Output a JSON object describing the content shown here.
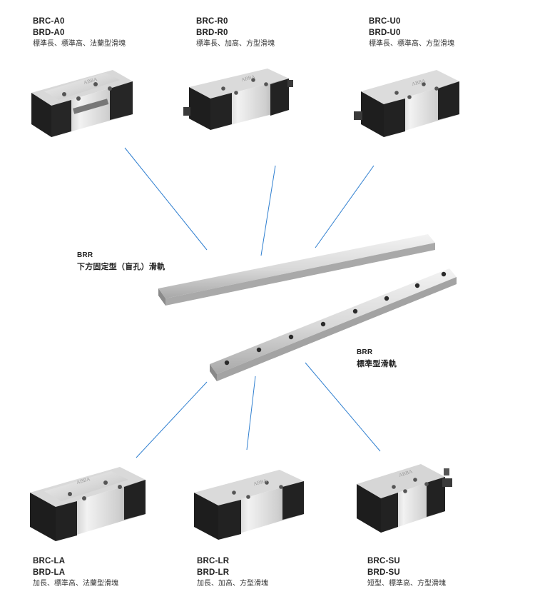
{
  "blocks_top": [
    {
      "code1": "BRC-A0",
      "code2": "BRD-A0",
      "desc": "標準長、標準高、法蘭型滑塊",
      "logo": "ABBA"
    },
    {
      "code1": "BRC-R0",
      "code2": "BRD-R0",
      "desc": "標準長、加高、方型滑塊",
      "logo": "ABBA"
    },
    {
      "code1": "BRC-U0",
      "code2": "BRD-U0",
      "desc": "標準長、標準高、方型滑塊",
      "logo": "ABBA"
    }
  ],
  "blocks_bottom": [
    {
      "code1": "BRC-LA",
      "code2": "BRD-LA",
      "desc": "加長、標準高、法蘭型滑塊",
      "logo": "ABBA"
    },
    {
      "code1": "BRC-LR",
      "code2": "BRD-LR",
      "desc": "加長、加高、方型滑塊",
      "logo": "ABBA"
    },
    {
      "code1": "BRC-SU",
      "code2": "BRD-SU",
      "desc": "短型、標準高、方型滑塊",
      "logo": "ABBA"
    }
  ],
  "rail_bottom_fixed": {
    "code": "BRR",
    "desc": "下方固定型（盲孔）滑軌"
  },
  "rail_standard": {
    "code": "BRR",
    "desc": "標準型滑軌"
  },
  "colors": {
    "connector_line": "#2f7fd0"
  }
}
